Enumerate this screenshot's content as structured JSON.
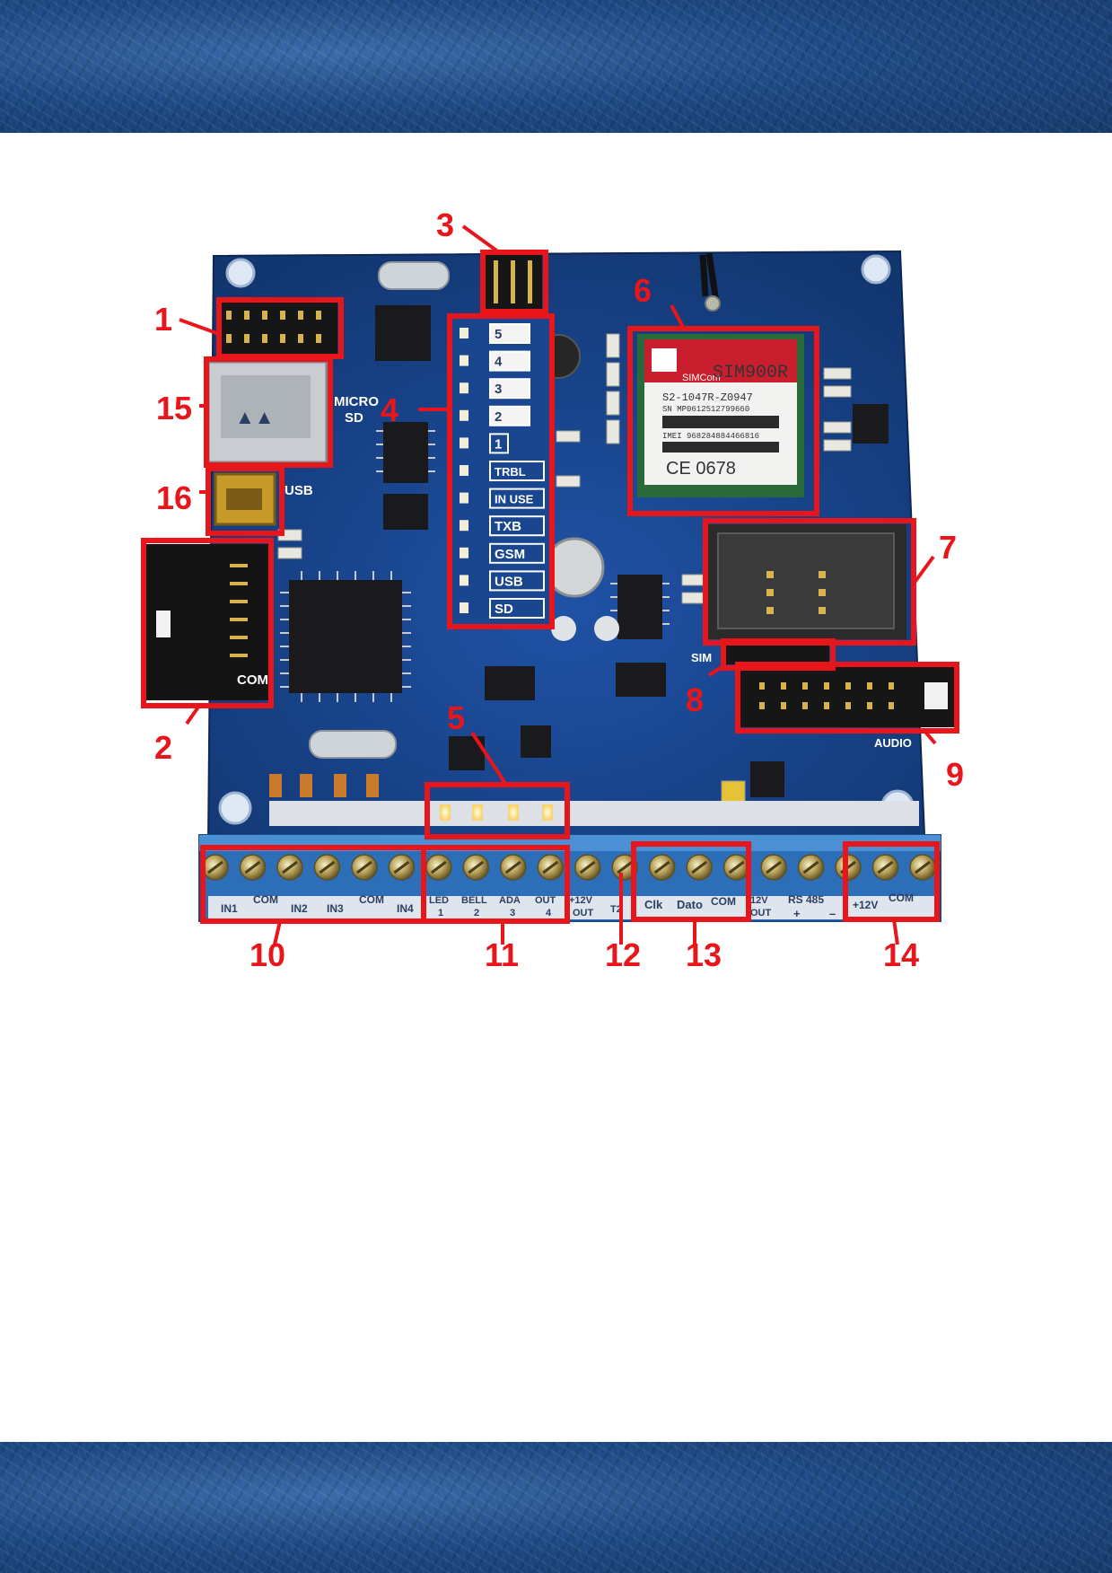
{
  "callouts": [
    "1",
    "2",
    "3",
    "4",
    "5",
    "6",
    "7",
    "8",
    "9",
    "10",
    "11",
    "12",
    "13",
    "14",
    "15",
    "16"
  ],
  "colors": {
    "board": "#163f8d",
    "highlight": "#e8151b",
    "terminal": "#2c6fb8"
  },
  "board_labels": {
    "micro": "MICRO",
    "sd": "SD",
    "usb": "USB",
    "com": "COM",
    "sim": "SIM",
    "audio": "AUDIO"
  },
  "status_leds": [
    "5",
    "4",
    "3",
    "2",
    "1",
    "TRBL",
    "IN USE",
    "TXB",
    "GSM",
    "USB",
    "SD"
  ],
  "gsm_module": {
    "brand": "SIMCom",
    "model": "SIM900R",
    "part": "S2-1047R-Z0947",
    "sn": "SN MP0612512799660",
    "imei": "IMEI 968284884466816",
    "ce": "CE 0678"
  },
  "terminal_labels": {
    "in1": "IN1",
    "com1": "COM",
    "in2": "IN2",
    "in3": "IN3",
    "com2": "COM",
    "in4": "IN4",
    "led": "LED",
    "bell": "BELL",
    "ada": "ADA",
    "out": "OUT",
    "o1": "1",
    "o2": "2",
    "o3": "3",
    "o4": "4",
    "p12out_a": "+12V",
    "p12out_b": "OUT",
    "t12": "T2",
    "clk": "Clk",
    "dato": "Dato",
    "com3": "COM",
    "p12out2_a": "12V",
    "p12out2_b": "OUT",
    "rs485": "RS 485",
    "plus": "+",
    "minus": "–",
    "p12v": "+12V",
    "com4": "COM"
  }
}
